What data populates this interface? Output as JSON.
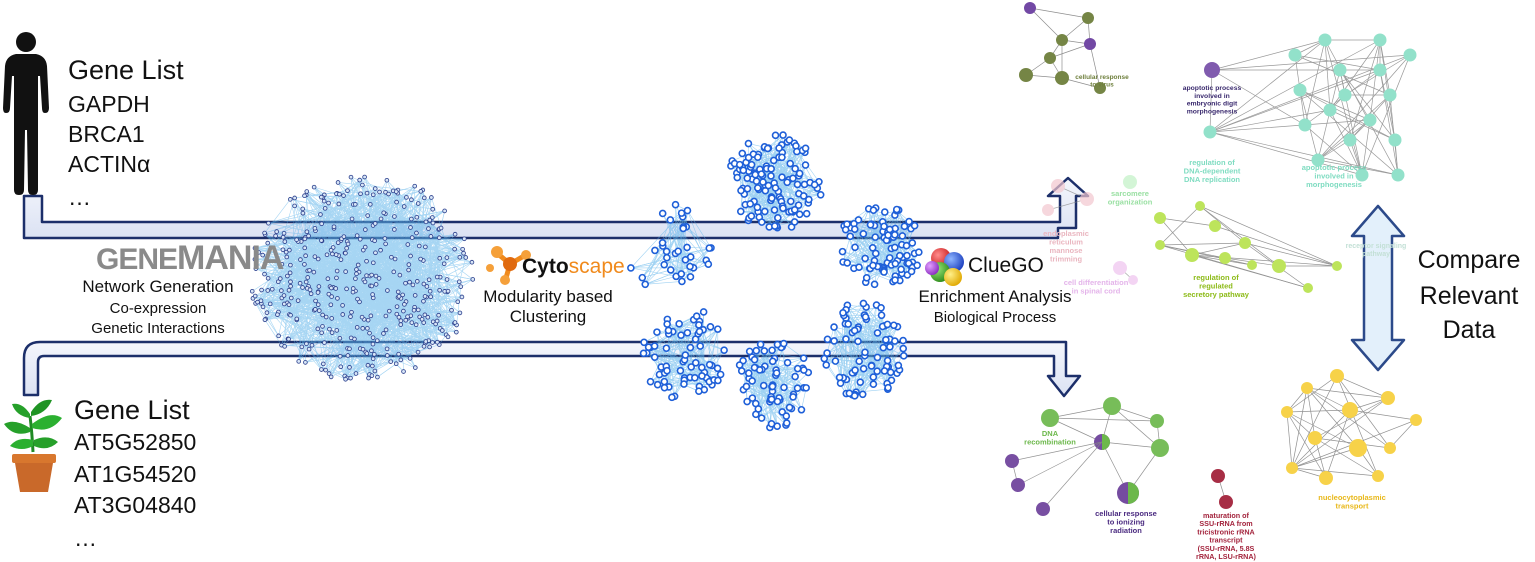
{
  "human": {
    "heading": "Gene List",
    "genes": [
      "GAPDH",
      "BRCA1",
      "ACTINα",
      "…"
    ]
  },
  "plant": {
    "heading": "Gene List",
    "genes": [
      "AT5G52850",
      "AT1G54520",
      "AT3G04840",
      "…"
    ]
  },
  "genemania": {
    "logo_part1": "GENE",
    "logo_part2": "MANIA",
    "title": "Network Generation",
    "line1": "Co-expression",
    "line2": "Genetic Interactions"
  },
  "cytoscape": {
    "logo_part1": "Cyto",
    "logo_part2": "scape",
    "line1": "Modularity based",
    "line2": "Clustering"
  },
  "cluego": {
    "logo": "ClueGO",
    "line1": "Enrichment Analysis",
    "line2": "Biological Process"
  },
  "compare": {
    "line1": "Compare",
    "line2": "Relevant",
    "line3": "Data"
  },
  "terms": {
    "viral": [
      "cellular response",
      "to virus"
    ],
    "apoptotic_digit": [
      "apoptotic process",
      "involved in",
      "embryonic digit",
      "morphogenesis"
    ],
    "dna_rep": [
      "regulation of",
      "DNA-dependent",
      "DNA replication"
    ],
    "apoptotic_morph": [
      "apoptotic process",
      "involved in",
      "morphogenesis"
    ],
    "sarcomere": [
      "sarcomere",
      "organization"
    ],
    "er_trimming": [
      "endoplasmic",
      "reticulum",
      "mannose",
      "trimming"
    ],
    "cell_diff": [
      "cell differentiation",
      "in spinal cord"
    ],
    "secretory": [
      "regulation of",
      "regulated",
      "secretory pathway"
    ],
    "receptor": [
      "receptor signaling",
      "pathway"
    ],
    "dna_recomb": [
      "DNA",
      "recombination"
    ],
    "ionizing": [
      "cellular response",
      "to ionizing",
      "radiation"
    ],
    "ssu": [
      "maturation of",
      "SSU-rRNA from",
      "tricistronic rRNA",
      "transcript",
      "(SSU-rRNA, 5.8S",
      "rRNA, LSU-rRNA)"
    ],
    "nucleo": [
      "nucleocytoplasmic",
      "transport"
    ]
  },
  "colors": {
    "flow_fill": "#e6ebf7",
    "flow_stroke": "#1c2f6a",
    "network_blue": "#1e5fd8",
    "edge_blue": "#5fb4ea",
    "viral_green": "#6e7f3c",
    "viral_purple": "#6b3fa0",
    "teal": "#7fdcc1",
    "lime": "#b6e24a",
    "green": "#6cb84b",
    "purple": "#6a3d98",
    "crimson": "#a3233c",
    "yellow": "#f7cf3a"
  }
}
